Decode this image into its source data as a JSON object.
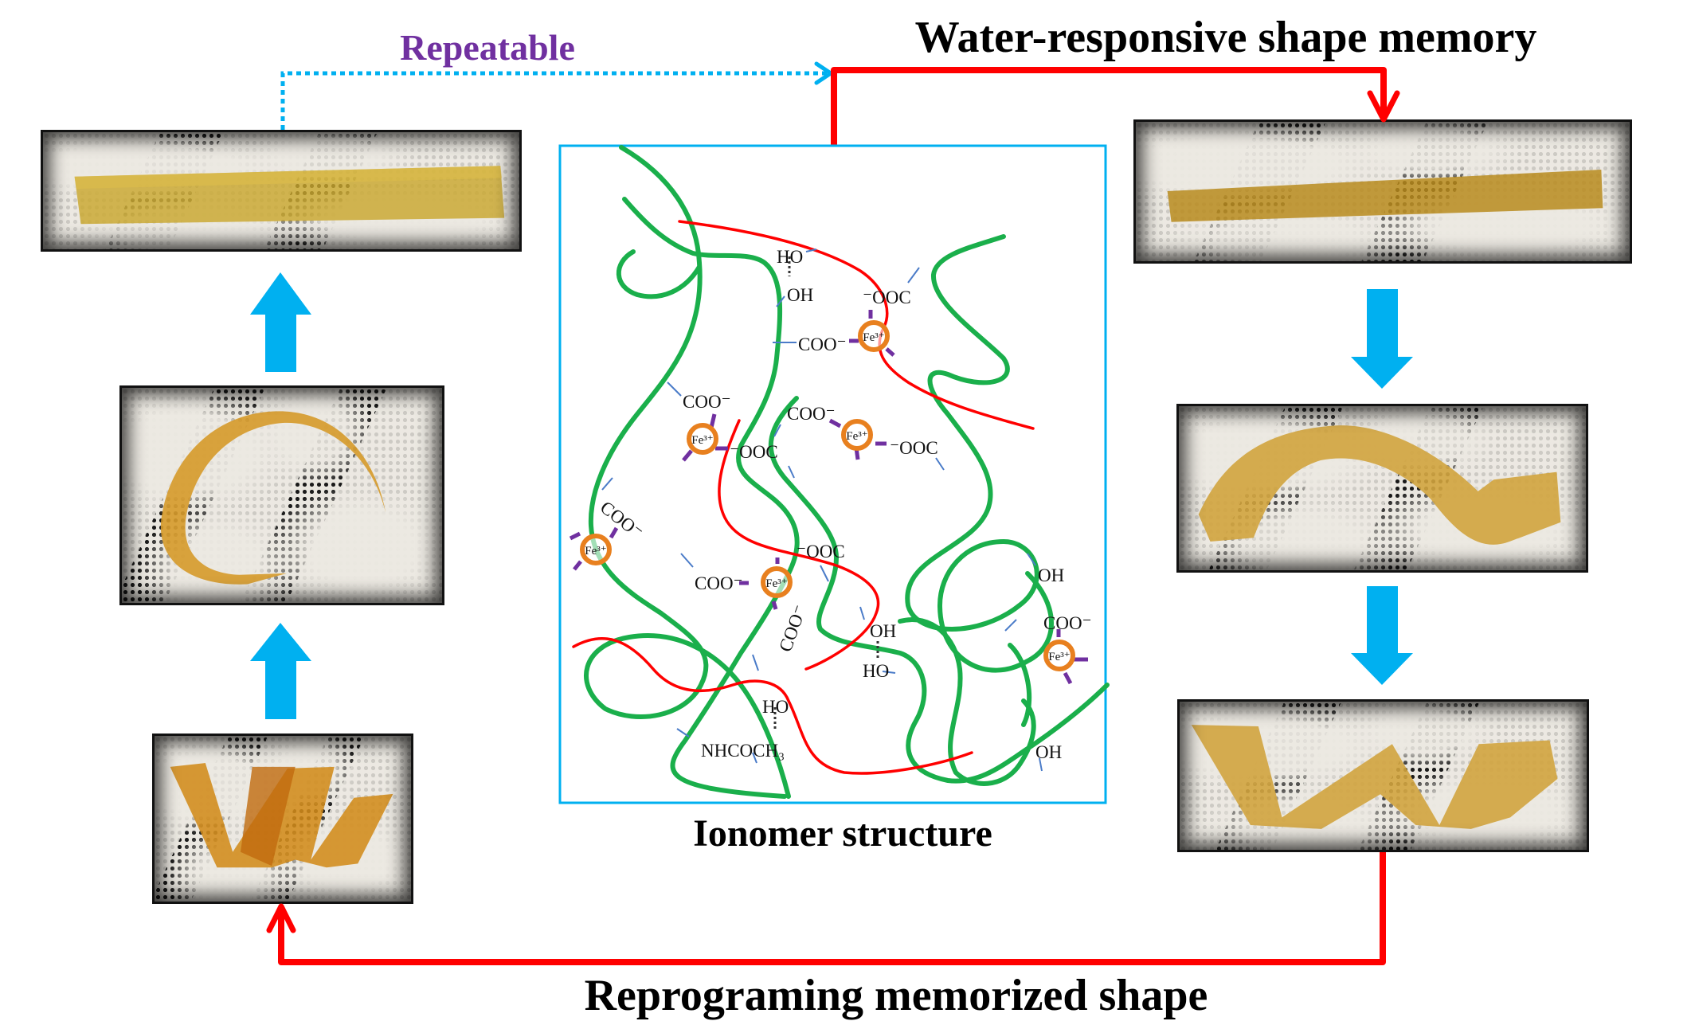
{
  "labels": {
    "repeatable": "Repeatable",
    "water_responsive": "Water-responsive shape memory",
    "reprogramming": "Reprograming memorized shape",
    "ionomer": "Ionomer structure"
  },
  "colors": {
    "cyan": "#00B0F0",
    "red": "#FF0000",
    "purple": "#7030A0",
    "green": "#1AAF4B",
    "orange": "#E8801F",
    "connector_blue": "#4A7BC8"
  },
  "photos": [
    {
      "id": "top-left",
      "description": "straight amber strip (recovered shape)"
    },
    {
      "id": "middle-left",
      "description": "curled ring-shaped strip"
    },
    {
      "id": "bottom-left",
      "description": "reprogrammed helix strip"
    },
    {
      "id": "top-right",
      "description": "straight amber strip (temporary shape)"
    },
    {
      "id": "middle-right",
      "description": "partially recovered spiral strip"
    },
    {
      "id": "bottom-right",
      "description": "recovered helical spiral strip"
    }
  ],
  "chem": {
    "groups": [
      {
        "text": "HO"
      },
      {
        "text": "OH"
      },
      {
        "text": "⁻OOC"
      },
      {
        "text": "COO⁻"
      },
      {
        "text": "COO⁻"
      },
      {
        "text": "⁻OOC"
      },
      {
        "text": "COO⁻"
      },
      {
        "text": "⁻OOC"
      },
      {
        "text": "COO⁻"
      },
      {
        "text": "COO⁻"
      },
      {
        "text": "⁻OOC"
      },
      {
        "text": "COO⁻"
      },
      {
        "text": "OH"
      },
      {
        "text": "OH"
      },
      {
        "text": "HO"
      },
      {
        "text": "COO⁻"
      },
      {
        "text": "HO"
      },
      {
        "text": "NHCOCH₃"
      },
      {
        "text": "OH"
      }
    ],
    "ion": "Fe³⁺"
  }
}
